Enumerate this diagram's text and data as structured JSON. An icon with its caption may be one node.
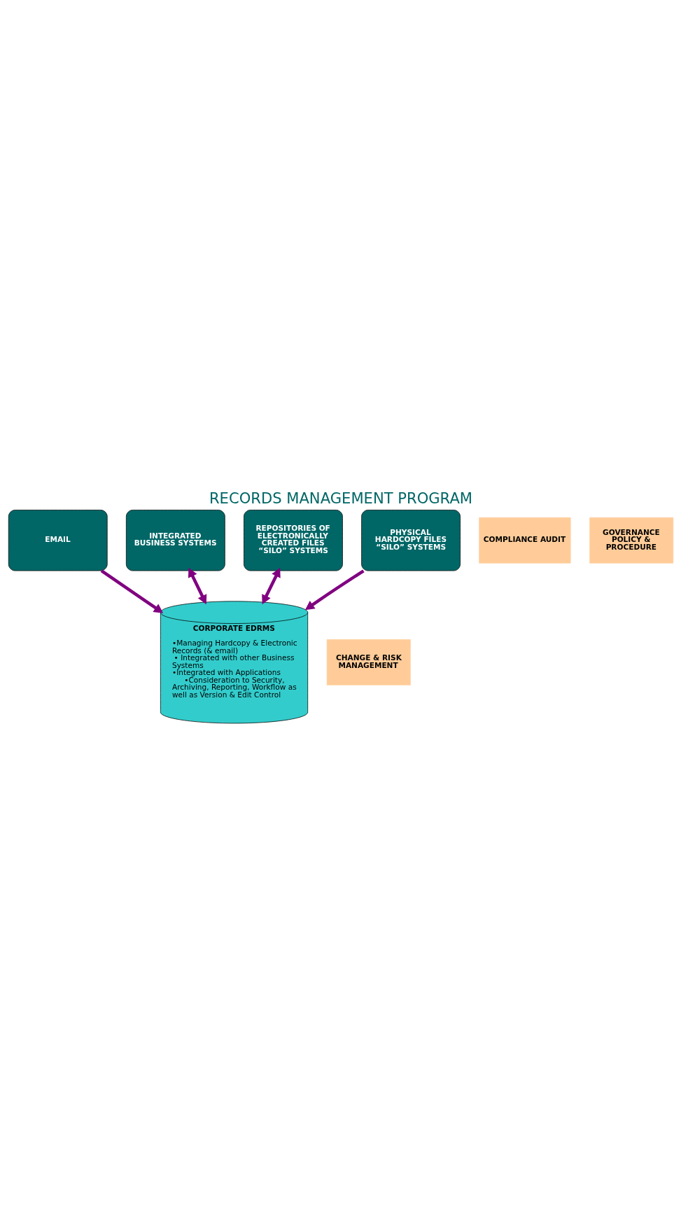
{
  "diagram": {
    "title": "RECORDS MANAGEMENT PROGRAM",
    "nodes": [
      {
        "text": [
          "EMAIL"
        ]
      },
      {
        "text": [
          "COMPLIANCE AUDIT"
        ]
      },
      {
        "text": [
          "INTEGRATED BUSINESS SYSTEMS"
        ]
      },
      {
        "text": [
          "CHANGE & RISK MANAGEMENT"
        ]
      },
      {
        "text": [
          "CORPORATE EDRMS",
          "•Managing Hardcopy & Electronic Records (& email)",
          "• Integrated with other Business Systems",
          "•Integrated with Applications",
          "•Consideration to Security, Archiving, Reporting, Workflow as well as Version & Edit Control"
        ]
      },
      {
        "text": [
          "REPOSITORIES OF ELECTRONICALLY CREATED FILES “SILO” SYSTEMS"
        ]
      },
      {
        "text": [
          "GOVERNANCE POLICY & PROCEDURE"
        ]
      },
      {
        "text": [
          "PHYSICAL HARDCOPY FILES “SILO” SYSTEMS"
        ]
      }
    ],
    "edges": [
      {
        "from": 0,
        "to": 4,
        "arrow": "to"
      },
      {
        "from": 2,
        "to": 4,
        "arrow": "both"
      },
      {
        "from": 5,
        "to": 4,
        "arrow": "both"
      },
      {
        "from": 7,
        "to": 4,
        "arrow": "to"
      }
    ]
  }
}
